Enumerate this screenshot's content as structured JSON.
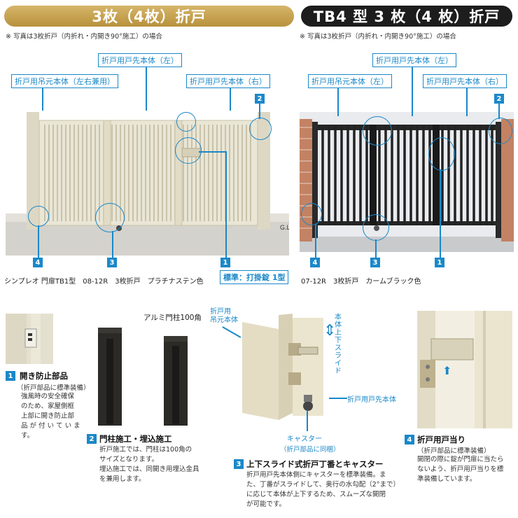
{
  "left": {
    "title": "3枚（4枚）折戸",
    "note": "※ 写真は3枚折戸（内折れ・内開き90°施工）の場合",
    "labels": {
      "hinge_body": "折戸用吊元本体（左右兼用）",
      "tip_left": "折戸用戸先本体（左）",
      "tip_right": "折戸用戸先本体（右）",
      "standard": "標準：打掛錠 1型"
    },
    "gl": "G.L",
    "numbers": [
      "2",
      "4",
      "3",
      "1"
    ],
    "caption": "シンプレオ 門扉TB1型　08-12R　3枚折戸　プラチナステン色"
  },
  "right": {
    "title": "TB4 型 3 枚（4 枚）折戸",
    "note": "※ 写真は3枚折戸（内折れ・内開き90°施工）の場合",
    "labels": {
      "tip_left": "折戸用戸先本体（左）",
      "hinge_left": "折戸用吊元本体（左）",
      "tip_right": "折戸用戸先本体（右）"
    },
    "numbers": [
      "2",
      "4",
      "3",
      "1"
    ],
    "caption": "07-12R　3枚折戸　カームブラック色"
  },
  "features": [
    {
      "num": "1",
      "title": "開き防止部品",
      "sub": "（折戸部品に標準装備）",
      "desc": [
        "強風時の安全確保",
        "のため、家屋側框",
        "上部に開き防止部",
        "品 が 付 い て い ま",
        "す。"
      ]
    },
    {
      "num": "2",
      "title": "門柱施工・埋込施工",
      "desc": [
        "折戸施工では、門柱は100角の",
        "サイズとなります。",
        "埋込施工では、同開き用埋込金具",
        "を兼用します。"
      ]
    },
    {
      "num": "3",
      "title": "上下スライド式折戸丁番とキャスター",
      "desc": [
        "折戸用戸先本体側にキャスターを標準装備。ま",
        "た、丁番がスライドして、奥行の水勾配（2°まで）",
        "に応じて本体が上下するため、スムーズな開閉",
        "が可能です。"
      ]
    },
    {
      "num": "4",
      "title": "折戸用戸当り",
      "sub": "（折戸部品に標準装備）",
      "desc": [
        "開閉の際に錠が門扉に当たら",
        "ないよう、折戸用戸当りを標",
        "準装備しています。"
      ]
    }
  ],
  "photo_labels": {
    "post": "アルミ門柱100角",
    "hinge_body": [
      "折戸用",
      "吊元本体"
    ],
    "slide": "本体上下スライド",
    "tip_body": "折戸用戸先本体",
    "caster": "キャスター",
    "caster_sub": "（折戸部品に同梱）"
  }
}
